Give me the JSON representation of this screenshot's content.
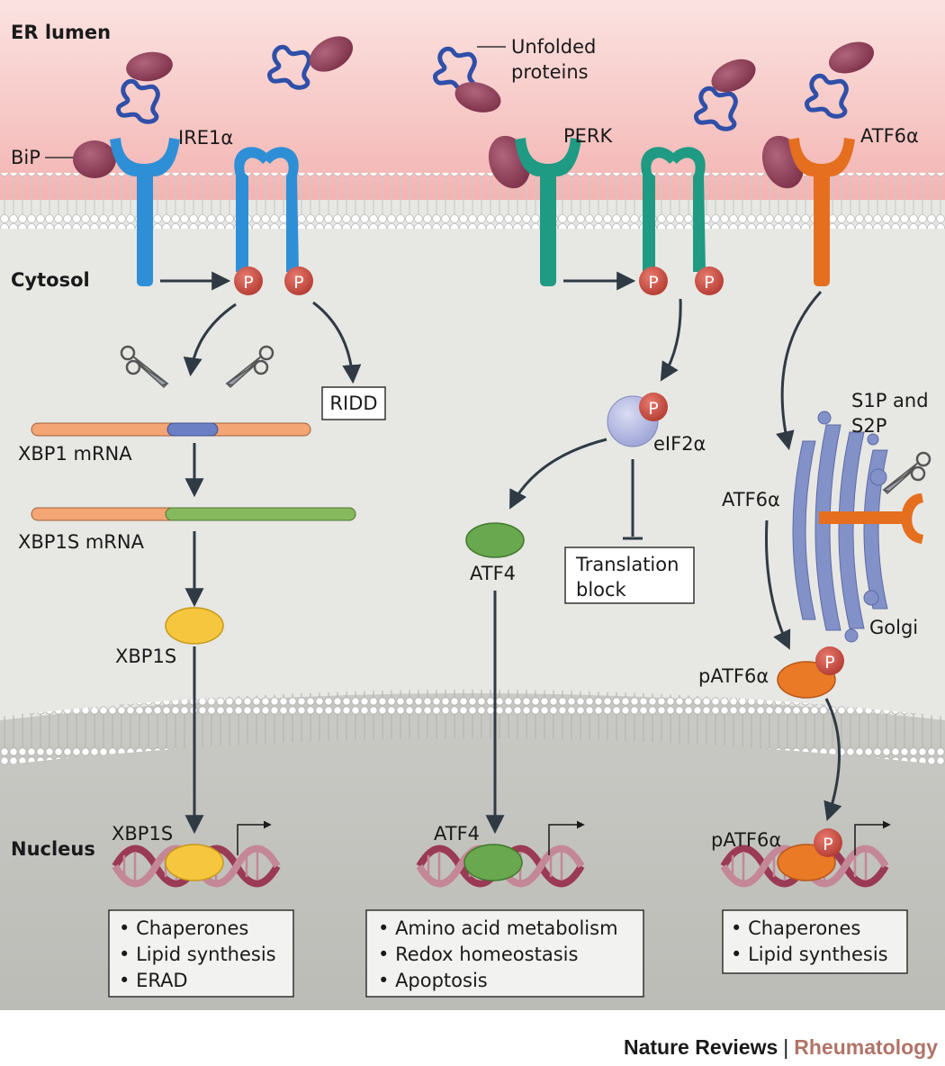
{
  "regions": {
    "er_lumen": "ER lumen",
    "cytosol": "Cytosol",
    "nucleus": "Nucleus"
  },
  "labels": {
    "unfolded_proteins_line1": "Unfolded",
    "unfolded_proteins_line2": "proteins",
    "bip": "BiP",
    "ire1a": "IRE1α",
    "perk": "PERK",
    "atf6a_receptor": "ATF6α",
    "p": "P",
    "ridd": "RIDD",
    "xbp1_mrna": "XBP1 mRNA",
    "xbp1s_mrna": "XBP1S mRNA",
    "xbp1s": "XBP1S",
    "xbp1s_nucleus": "XBP1S",
    "eif2a": "eIF2α",
    "atf4": "ATF4",
    "atf4_nucleus": "ATF4",
    "translation_block_line1": "Translation",
    "translation_block_line2": "block",
    "s1p_s2p_line1": "S1P and",
    "s1p_s2p_line2": "S2P",
    "atf6a_golgi": "ATF6α",
    "golgi": "Golgi",
    "patf6a": "pATF6α",
    "patf6a_nucleus": "pATF6α"
  },
  "outcomes": {
    "ire1": [
      "Chaperones",
      "Lipid synthesis",
      "ERAD"
    ],
    "perk": [
      "Amino acid metabolism",
      "Redox homeostasis",
      "Apoptosis"
    ],
    "atf6": [
      "Chaperones",
      "Lipid synthesis"
    ]
  },
  "footer": {
    "journal": "Nature Reviews",
    "separator": "|",
    "section": "Rheumatology"
  },
  "colors": {
    "ire1": "#2e8fd6",
    "perk": "#1f9a83",
    "atf6": "#e56f1f",
    "unfolded_protein": "#2f4fa8",
    "bip": "#8c3e58",
    "phospho": "#c84a3e",
    "xbp1s": "#f5c63e",
    "atf4": "#6aa84f",
    "golgi": "#8391c9",
    "footer_accent": "#b07468"
  }
}
